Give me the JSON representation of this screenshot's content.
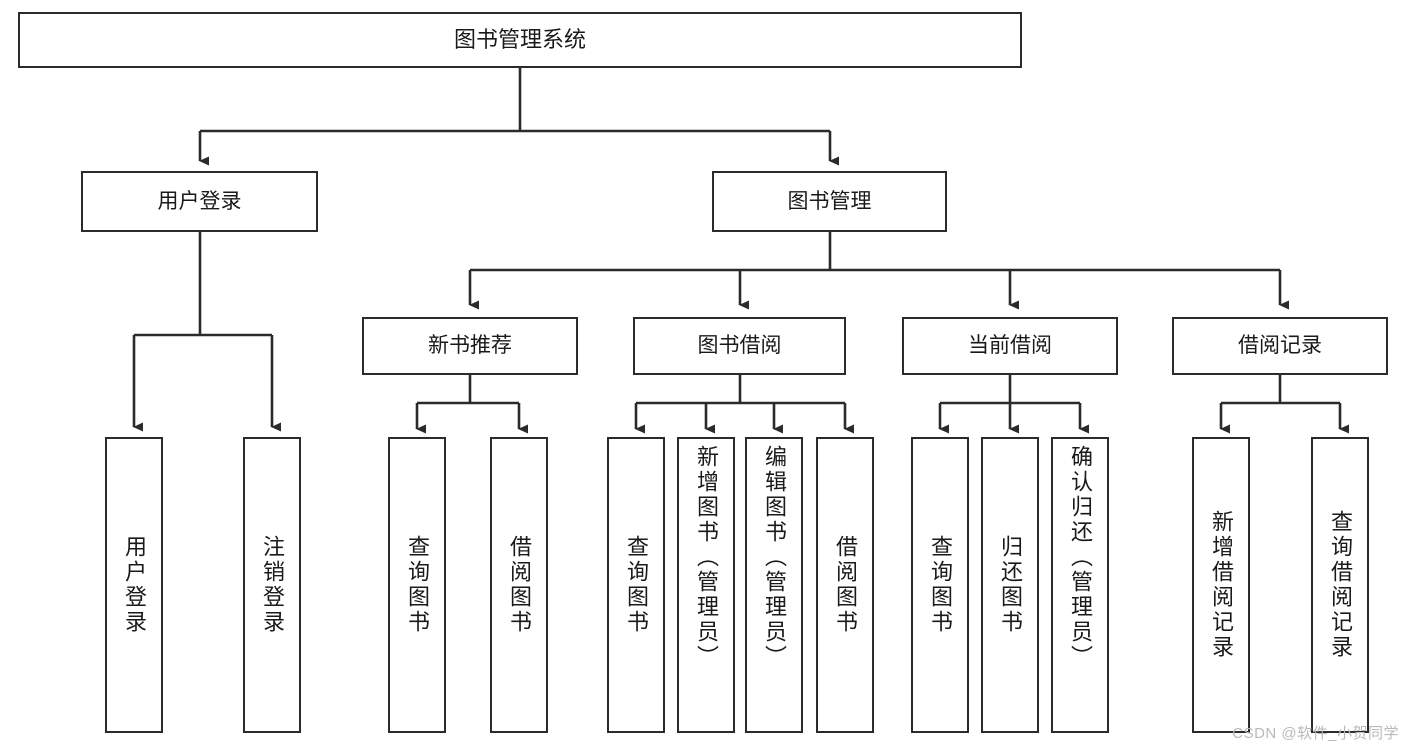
{
  "diagram": {
    "type": "tree-hierarchy",
    "title": "图书管理系统",
    "watermark": "CSDN @软件_小贺同学",
    "colors": {
      "stroke": "#2b2b2b",
      "fill": "#ffffff",
      "text": "#1a1a1a",
      "watermark": "#b9b9b9"
    },
    "nodes": {
      "root": {
        "label": "图书管理系统",
        "level": 1
      },
      "l2": [
        {
          "id": "user-login",
          "label": "用户登录",
          "level": 2
        },
        {
          "id": "book-manage",
          "label": "图书管理",
          "level": 2
        }
      ],
      "l3": [
        {
          "id": "new-book-rec",
          "label": "新书推荐",
          "level": 3,
          "parent": "book-manage"
        },
        {
          "id": "book-borrow",
          "label": "图书借阅",
          "level": 3,
          "parent": "book-manage"
        },
        {
          "id": "current-borrow",
          "label": "当前借阅",
          "level": 3,
          "parent": "book-manage"
        },
        {
          "id": "borrow-record",
          "label": "借阅记录",
          "level": 3,
          "parent": "book-manage"
        }
      ],
      "leaves": [
        {
          "id": "leaf-user-login",
          "label": "用户登录",
          "parent": "user-login"
        },
        {
          "id": "leaf-logout",
          "label": "注销登录",
          "parent": "user-login"
        },
        {
          "id": "leaf-query-book-1",
          "label": "查询图书",
          "parent": "new-book-rec"
        },
        {
          "id": "leaf-borrow-book-1",
          "label": "借阅图书",
          "parent": "new-book-rec"
        },
        {
          "id": "leaf-query-book-2",
          "label": "查询图书",
          "parent": "book-borrow"
        },
        {
          "id": "leaf-add-book",
          "label": "新增图书（管理员）",
          "parent": "book-borrow"
        },
        {
          "id": "leaf-edit-book",
          "label": "编辑图书（管理员）",
          "parent": "book-borrow"
        },
        {
          "id": "leaf-borrow-book-2",
          "label": "借阅图书",
          "parent": "book-borrow"
        },
        {
          "id": "leaf-query-book-3",
          "label": "查询图书",
          "parent": "current-borrow"
        },
        {
          "id": "leaf-return-book",
          "label": "归还图书",
          "parent": "current-borrow"
        },
        {
          "id": "leaf-confirm-return",
          "label": "确认归还（管理员）",
          "parent": "current-borrow"
        },
        {
          "id": "leaf-add-record",
          "label": "新增借阅记录",
          "parent": "borrow-record"
        },
        {
          "id": "leaf-query-record",
          "label": "查询借阅记录",
          "parent": "borrow-record"
        }
      ]
    }
  }
}
